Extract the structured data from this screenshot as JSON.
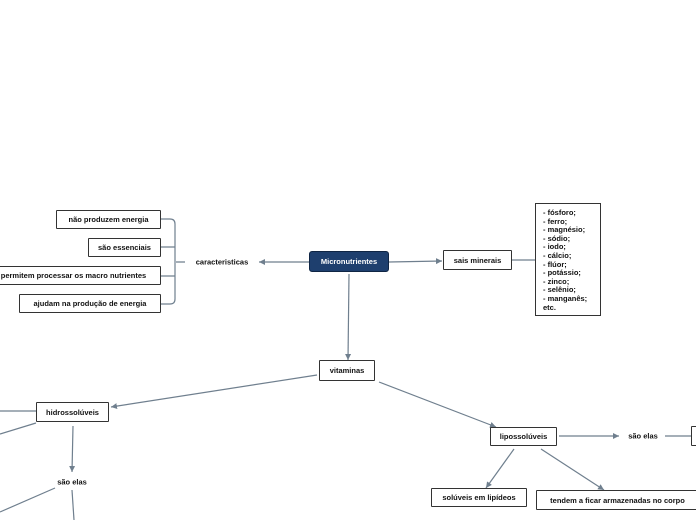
{
  "root": "Micronutrientes",
  "caracteristicas": {
    "label": "caracteristicas",
    "items": [
      "não produzem energia",
      "são essenciais",
      "permitem processar os macro nutrientes",
      "ajudam na produção de energia"
    ]
  },
  "sais": {
    "label": "sais minerais",
    "list": [
      "- fósforo;",
      "- ferro;",
      "- magnésio;",
      "- sódio;",
      "- iodo;",
      "- cálcio;",
      "- flúor;",
      "- potássio;",
      "- zinco;",
      "- selênio;",
      "- manganês;",
      "etc."
    ]
  },
  "vitaminas": {
    "label": "vitaminas",
    "hidro": {
      "label": "hidrossolúveis",
      "sao_elas": "são elas"
    },
    "lipo": {
      "label": "lipossolúveis",
      "sao_elas": "são elas",
      "solubility": "solúveis em lipídeos",
      "storage": "tendem a ficar armazenadas no corpo"
    }
  },
  "colors": {
    "root_fill": "#1e3f6e",
    "connector": "#6f7f8e"
  }
}
